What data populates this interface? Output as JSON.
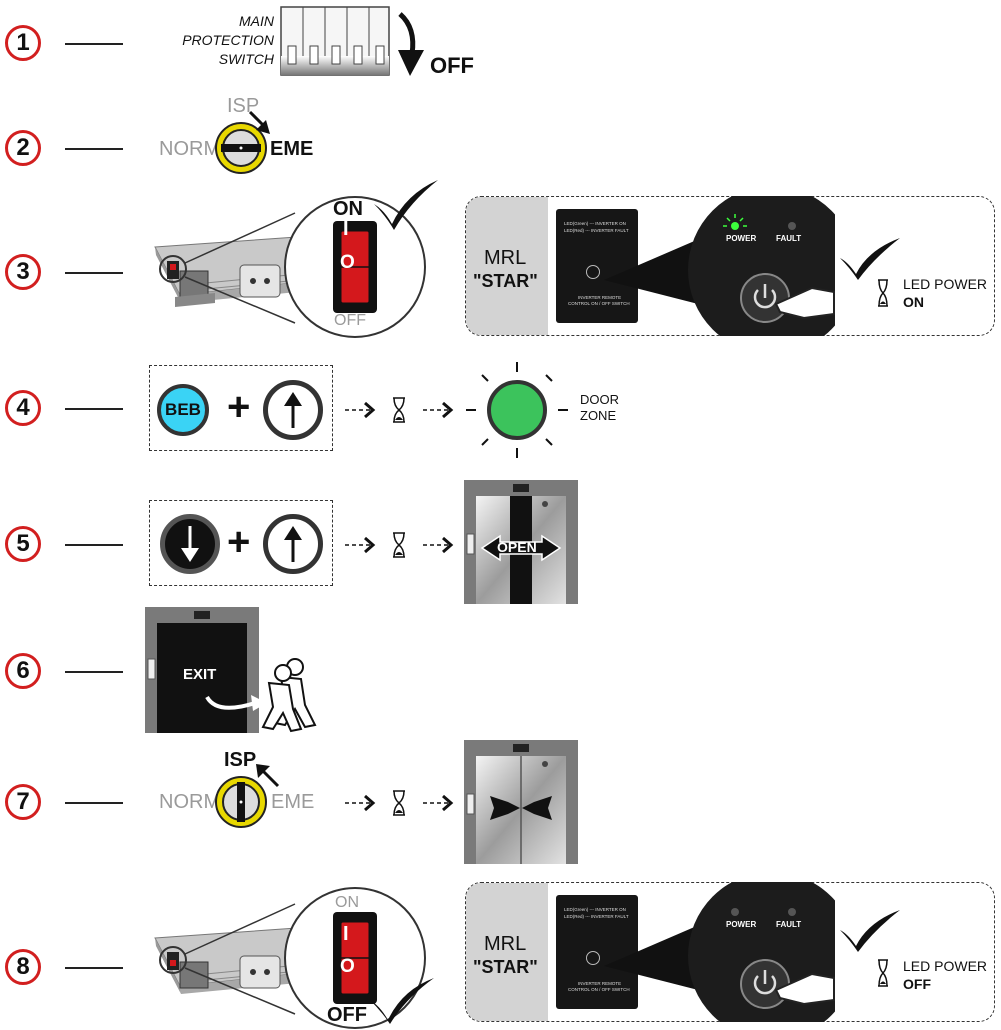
{
  "steps": [
    {
      "number": "1"
    },
    {
      "number": "2"
    },
    {
      "number": "3"
    },
    {
      "number": "4"
    },
    {
      "number": "5"
    },
    {
      "number": "6"
    },
    {
      "number": "7"
    },
    {
      "number": "8"
    }
  ],
  "step1": {
    "label_line1": "MAIN",
    "label_line2": "PROTECTION",
    "label_line3": "SWITCH",
    "state": "OFF"
  },
  "step2": {
    "left": "NORM",
    "top": "ISP",
    "right": "EME"
  },
  "step3": {
    "switch_on": "ON",
    "switch_off": "OFF",
    "switch_i": "I",
    "switch_o": "O",
    "mrl_line1": "MRL",
    "mrl_line2": "\"STAR\"",
    "panel_line1": "LED(Green) --- INVERTER ON",
    "panel_line2": "LED(Red) --- INVERTER FAULT",
    "panel_line3": "INVERTER REMOTE",
    "panel_line4": "CONTROL ON / OFF SWITCH",
    "power_label": "POWER",
    "fault_label": "FAULT",
    "led_label": "LED POWER",
    "led_state": "ON"
  },
  "step4": {
    "button_label": "BEB",
    "plus": "+",
    "door_line1": "DOOR",
    "door_line2": "ZONE"
  },
  "step5": {
    "plus": "+",
    "door_label": "OPEN"
  },
  "step6": {
    "exit_label": "EXIT"
  },
  "step7": {
    "left": "NORM",
    "top": "ISP",
    "right": "EME"
  },
  "step8": {
    "switch_on": "ON",
    "switch_off": "OFF",
    "switch_i": "I",
    "switch_o": "O",
    "mrl_line1": "MRL",
    "mrl_line2": "\"STAR\"",
    "panel_line1": "LED(Green) --- INVERTER ON",
    "panel_line2": "LED(Red) --- INVERTER FAULT",
    "panel_line3": "INVERTER REMOTE",
    "panel_line4": "CONTROL ON / OFF SWITCH",
    "power_label": "POWER",
    "fault_label": "FAULT",
    "led_label": "LED POWER",
    "led_state": "OFF"
  },
  "colors": {
    "step_ring": "#d21f1f",
    "beb": "#3ad3f5",
    "door_zone": "#3cc35c",
    "led_green": "#3cff3c",
    "switch_red": "#d4181c",
    "key_ring": "#e8d800"
  },
  "icons": [
    "hourglass-icon",
    "checkmark-icon",
    "arrow-up-icon",
    "arrow-down-icon",
    "person-walking-icon"
  ]
}
